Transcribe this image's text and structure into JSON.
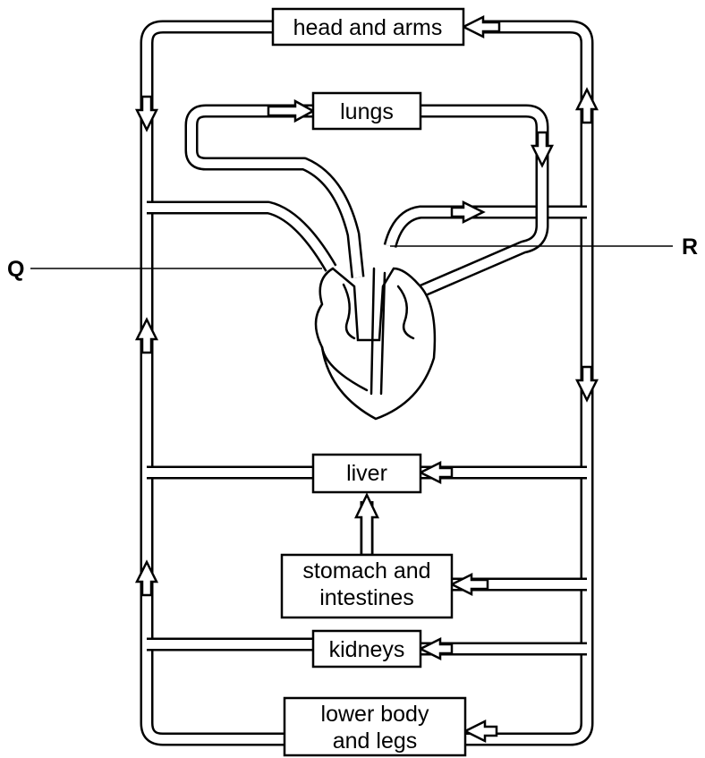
{
  "organs": {
    "head_and_arms": "head and arms",
    "lungs": "lungs",
    "liver": "liver",
    "stomach_line1": "stomach and",
    "stomach_line2": "intestines",
    "kidneys": "kidneys",
    "lower_line1": "lower body",
    "lower_line2": "and legs"
  },
  "labels": {
    "q": "Q",
    "r": "R"
  }
}
